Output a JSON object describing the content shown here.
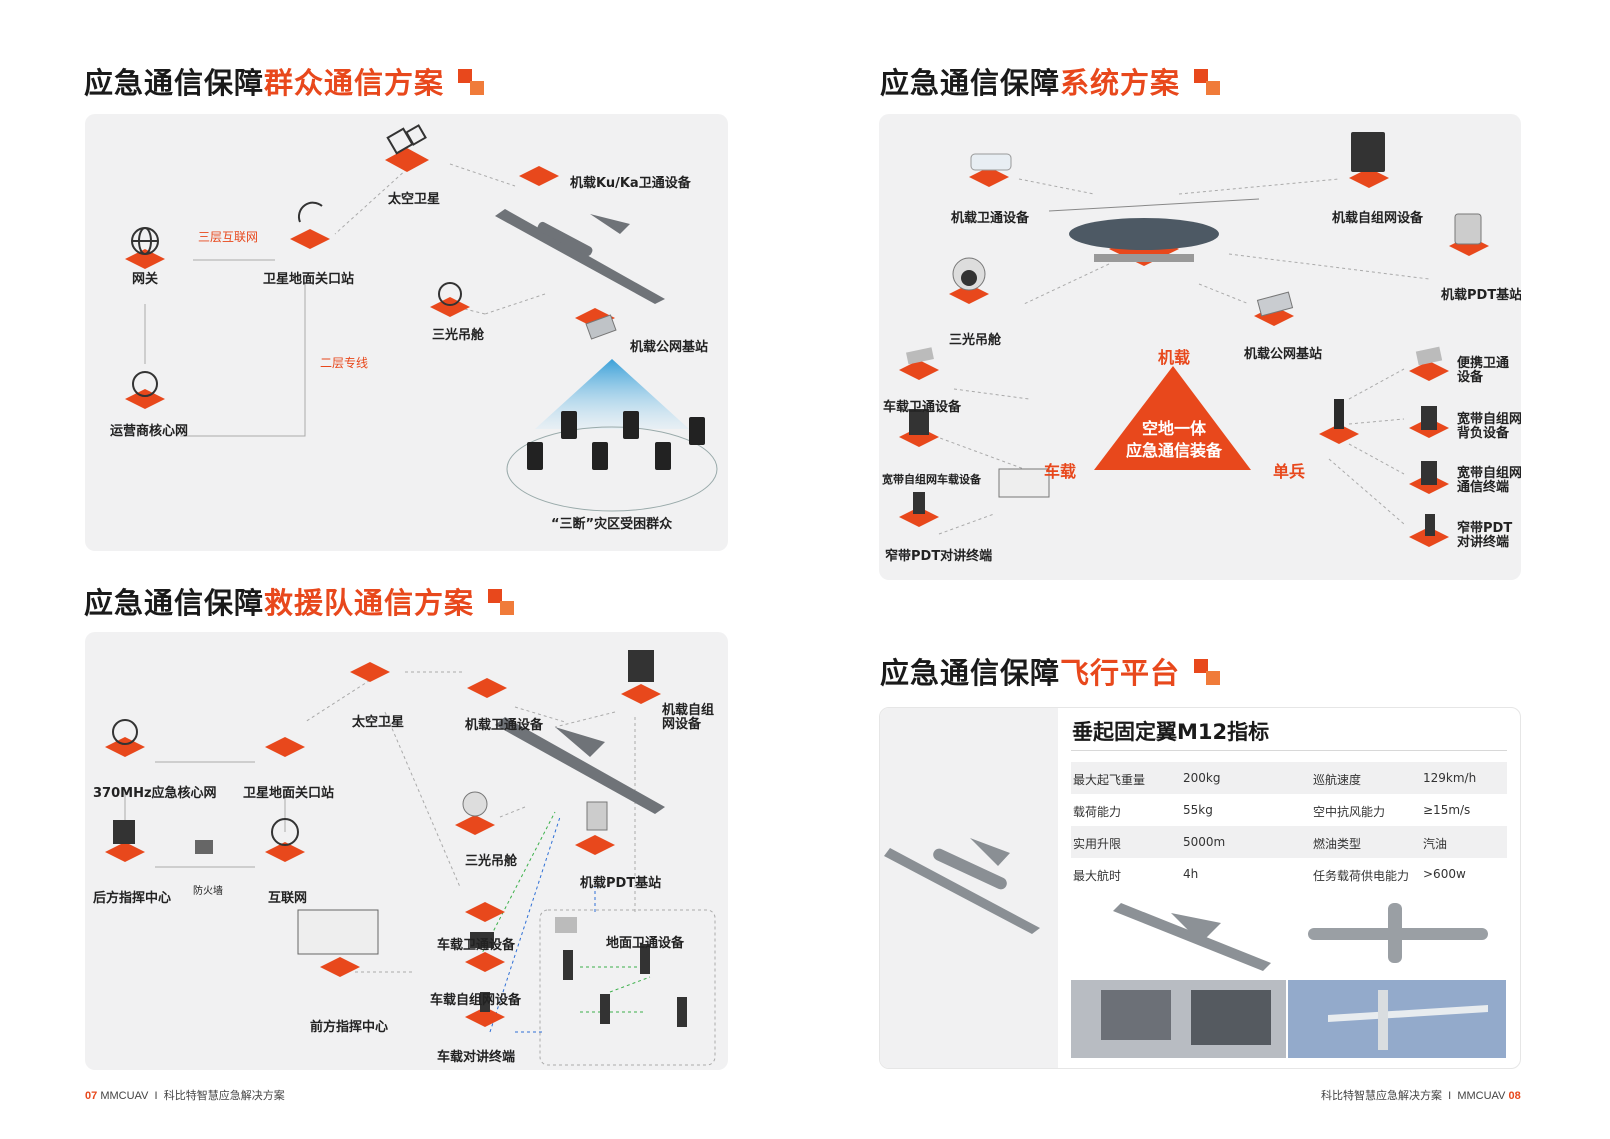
{
  "sections": {
    "crowd": {
      "title_prefix": "应急通信保障",
      "title_highlight": "群众通信方案"
    },
    "system": {
      "title_prefix": "应急通信保障",
      "title_highlight": "系统方案"
    },
    "rescue": {
      "title_prefix": "应急通信保障",
      "title_highlight": "救援队通信方案"
    },
    "platform": {
      "title_prefix": "应急通信保障",
      "title_highlight": "飞行平台"
    }
  },
  "crowd_diagram": {
    "space_satellite": "太空卫星",
    "airborne_ku_ka": "机载Ku/Ka卫通设备",
    "gateway": "网关",
    "three_layer": "三层互联网",
    "ground_station": "卫星地面关口站",
    "tri_pod": "三光吊舱",
    "public_bs": "机载公网基站",
    "two_layer": "二层专线",
    "carrier_core": "运营商核心网",
    "crowd_label": "“三断”灾区受困群众"
  },
  "system_diagram": {
    "air_sat": "机载卫通设备",
    "air_mesh": "机载自组网设备",
    "air_pdt": "机载PDT基站",
    "tri_pod": "三光吊舱",
    "public_bs": "机载公网基站",
    "airborne": "机载",
    "vehicle": "车载",
    "soldier": "单兵",
    "center_line1": "空地一体",
    "center_line2": "应急通信装备",
    "veh_sat": "车载卫通设备",
    "veh_mesh": "宽带自组网车载设备",
    "narrow_pdt": "窄带PDT对讲终端",
    "portable_sat_1": "便携卫通",
    "portable_sat_2": "设备",
    "backpack_1": "宽带自组网",
    "backpack_2": "背负设备",
    "terminal_1": "宽带自组网",
    "terminal_2": "通信终端",
    "pdt_term_1": "窄带PDT",
    "pdt_term_2": "对讲终端"
  },
  "rescue_diagram": {
    "space_satellite": "太空卫星",
    "air_sat": "机载卫通设备",
    "air_mesh_1": "机载自组",
    "air_mesh_2": "网设备",
    "core_370": "370MHz应急核心网",
    "ground_station": "卫星地面关口站",
    "tri_pod": "三光吊舱",
    "air_pdt": "机载PDT基站",
    "rear_cmd": "后方指挥中心",
    "firewall": "防火墙",
    "internet": "互联网",
    "veh_sat": "车载卫通设备",
    "ground_sat": "地面卫通设备",
    "veh_mesh": "车载自组网设备",
    "front_cmd": "前方指挥中心",
    "veh_term": "车载对讲终端"
  },
  "spec": {
    "title": "垂起固定翼M12指标",
    "rows": [
      {
        "k1": "最大起飞重量",
        "v1": "200kg",
        "k2": "巡航速度",
        "v2": "129km/h"
      },
      {
        "k1": "载荷能力",
        "v1": "55kg",
        "k2": "空中抗风能力",
        "v2": "≥15m/s"
      },
      {
        "k1": "实用升限",
        "v1": "5000m",
        "k2": "燃油类型",
        "v2": "汽油"
      },
      {
        "k1": "最大航时",
        "v1": "4h",
        "k2": "任务载荷供电能力",
        "v2": ">600w"
      }
    ]
  },
  "footer": {
    "left_page": "07",
    "left_brand": "MMCUAV",
    "left_text": "科比特智慧应急解决方案",
    "right_text": "科比特智慧应急解决方案",
    "right_brand": "MMCUAV",
    "right_page": "08",
    "sep": "I"
  },
  "colors": {
    "accent": "#e8481c",
    "accent_light": "#f07b3a",
    "panel": "#f1f1f2"
  }
}
